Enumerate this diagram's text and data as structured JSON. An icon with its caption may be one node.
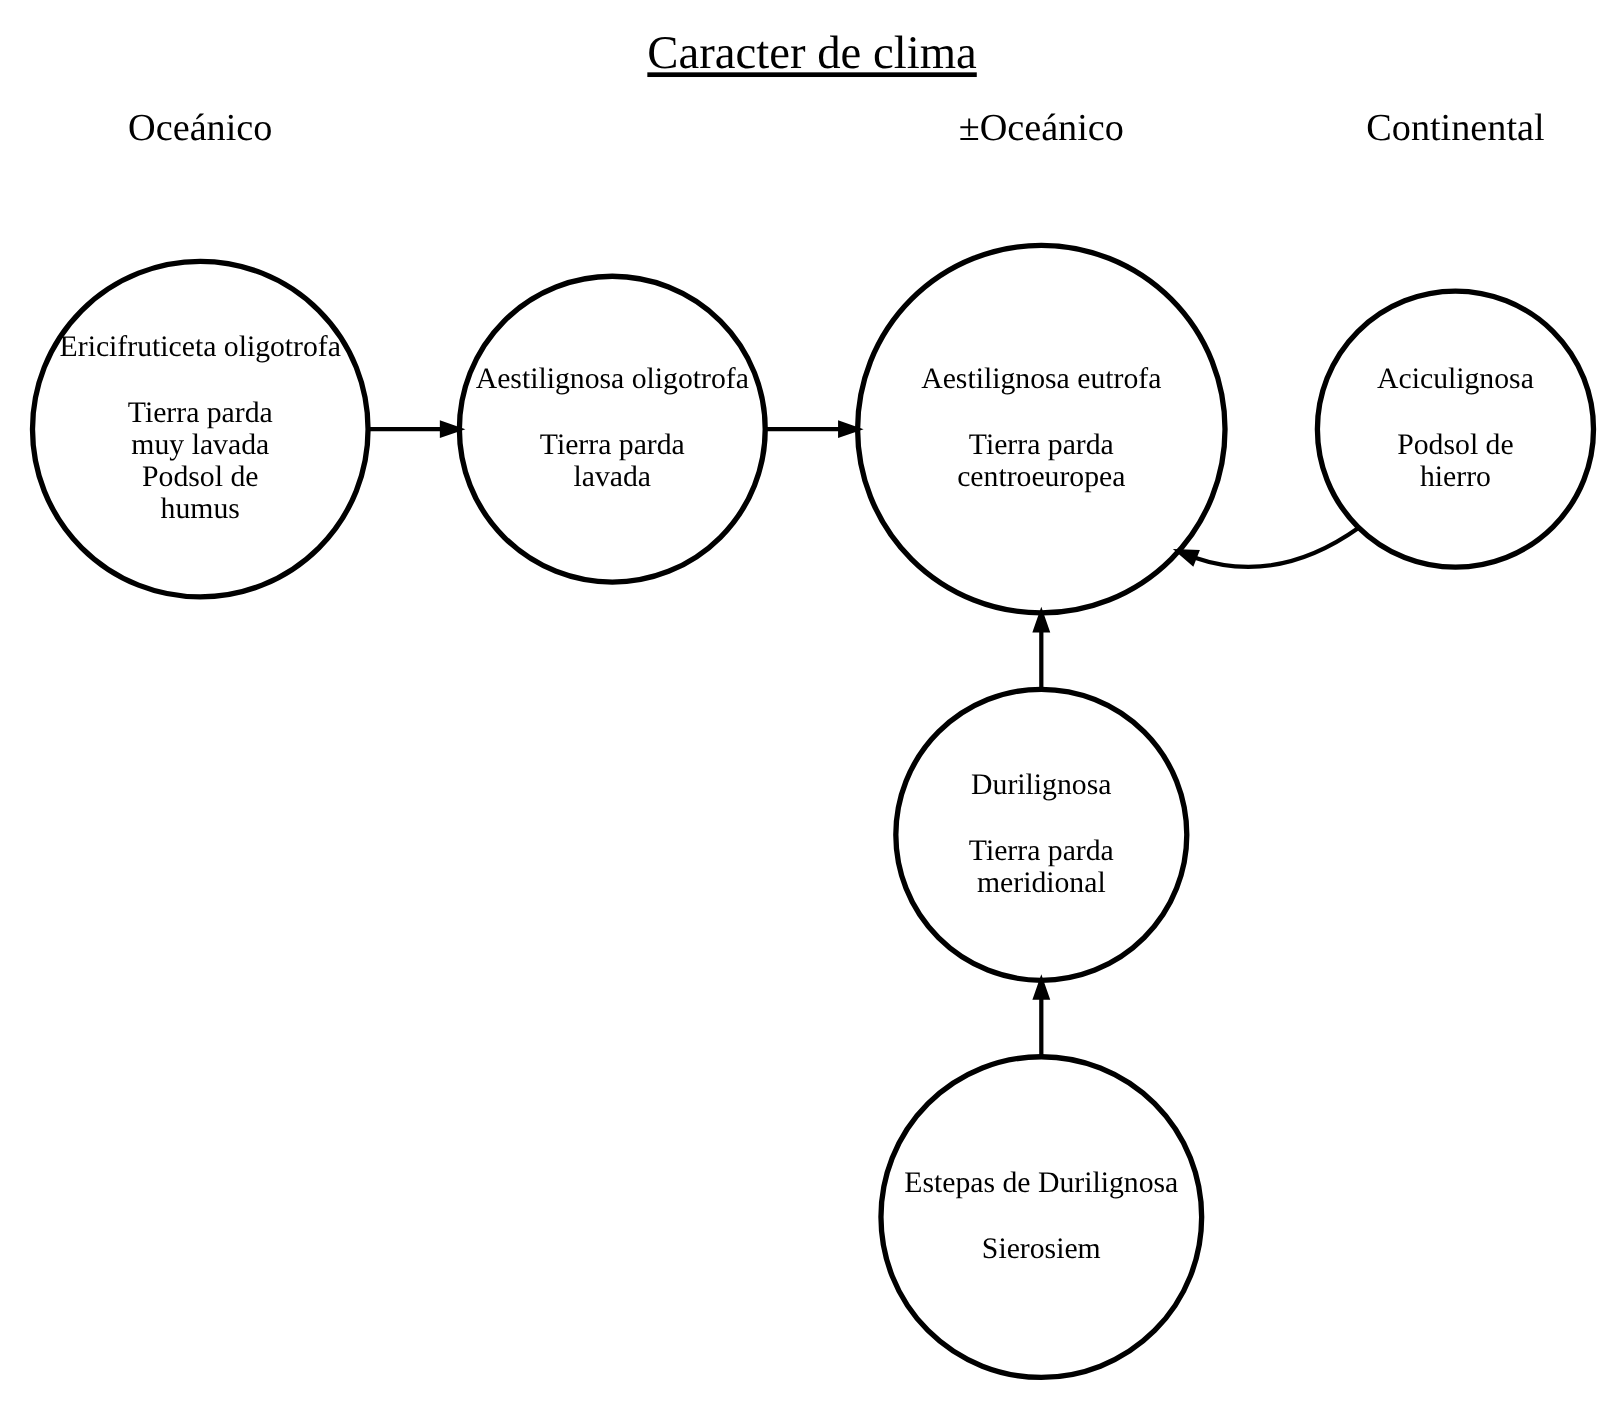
{
  "diagram": {
    "title": "Caracter de clima",
    "nodes": [
      {
        "text": [
          "Ericifruticeta oligotrofa",
          "Tierra parda muy lavada",
          "Podsol de humus"
        ]
      },
      {
        "text": [
          "Aestilignosa oligotrofa",
          "Tierra parda lavada"
        ]
      },
      {
        "text": [
          "Aestilignosa eutrofa",
          "Tierra parda centroeuropea"
        ]
      },
      {
        "text": [
          "Aciculignosa",
          "Podsol de hierro"
        ]
      },
      {
        "text": [
          "Durilignosa",
          "Tierra parda meridional"
        ]
      },
      {
        "text": [
          "Estepas de Durilignosa",
          "Sierosiem"
        ]
      }
    ],
    "edges": [
      {
        "from": 0,
        "to": 1,
        "arrow": "to"
      },
      {
        "from": 1,
        "to": 2,
        "arrow": "to"
      },
      {
        "from": 3,
        "to": 2,
        "arrow": "to"
      },
      {
        "from": 4,
        "to": 2,
        "arrow": "to"
      },
      {
        "from": 5,
        "to": 4,
        "arrow": "to"
      }
    ],
    "labels": [
      "Oceánico",
      "±Oceánico",
      "Continental"
    ]
  }
}
